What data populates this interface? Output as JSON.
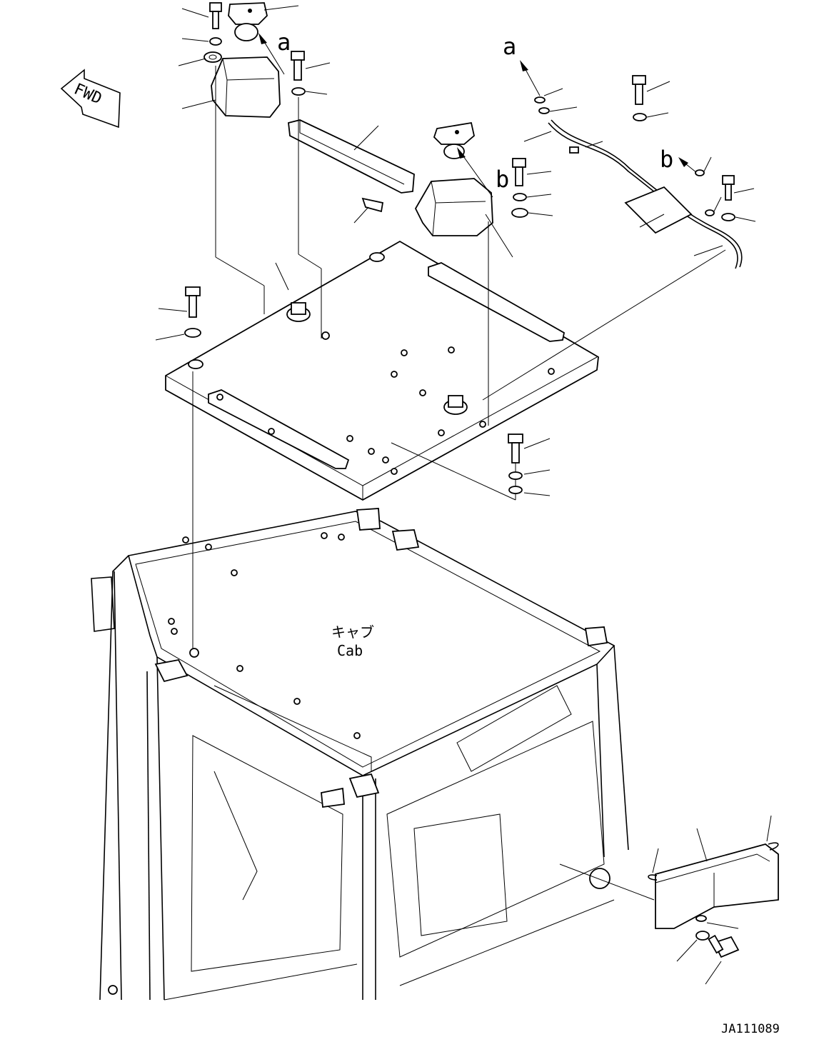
{
  "diagram": {
    "fwd_label": "FWD",
    "callout_a": "a",
    "callout_b": "b",
    "cab_label_jp": "キャブ",
    "cab_label_en": "Cab",
    "figure_code": "JA111089"
  }
}
